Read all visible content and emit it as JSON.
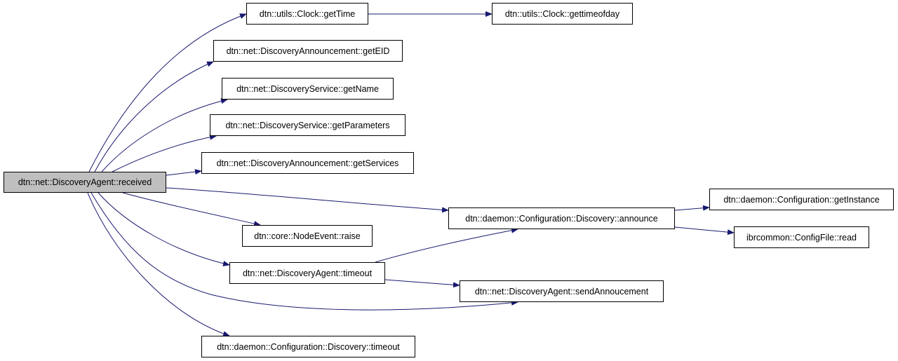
{
  "diagram": {
    "edge_color": "#191970",
    "root_fill": "#bfbfbf",
    "nodes": {
      "received": "dtn::net::DiscoveryAgent::received",
      "clock_gettime": "dtn::utils::Clock::getTime",
      "clock_gettimeofday": "dtn::utils::Clock::gettimeofday",
      "announcement_geteid": "dtn::net::DiscoveryAnnouncement::getEID",
      "service_getname": "dtn::net::DiscoveryService::getName",
      "service_getparameters": "dtn::net::DiscoveryService::getParameters",
      "announcement_getservices": "dtn::net::DiscoveryAnnouncement::getServices",
      "config_discovery_announce": "dtn::daemon::Configuration::Discovery::announce",
      "config_getinstance": "dtn::daemon::Configuration::getInstance",
      "configfile_read": "ibrcommon::ConfigFile::read",
      "nodeevent_raise": "dtn::core::NodeEvent::raise",
      "agent_timeout": "dtn::net::DiscoveryAgent::timeout",
      "agent_sendannoucement": "dtn::net::DiscoveryAgent::sendAnnoucement",
      "config_discovery_timeout": "dtn::daemon::Configuration::Discovery::timeout"
    },
    "edges": [
      [
        "received",
        "clock_gettime"
      ],
      [
        "clock_gettime",
        "clock_gettimeofday"
      ],
      [
        "received",
        "announcement_geteid"
      ],
      [
        "received",
        "service_getname"
      ],
      [
        "received",
        "service_getparameters"
      ],
      [
        "received",
        "announcement_getservices"
      ],
      [
        "received",
        "config_discovery_announce"
      ],
      [
        "config_discovery_announce",
        "config_getinstance"
      ],
      [
        "config_discovery_announce",
        "configfile_read"
      ],
      [
        "received",
        "nodeevent_raise"
      ],
      [
        "received",
        "agent_timeout"
      ],
      [
        "agent_timeout",
        "config_discovery_announce"
      ],
      [
        "agent_timeout",
        "agent_sendannoucement"
      ],
      [
        "received",
        "agent_sendannoucement"
      ],
      [
        "received",
        "config_discovery_timeout"
      ]
    ]
  }
}
